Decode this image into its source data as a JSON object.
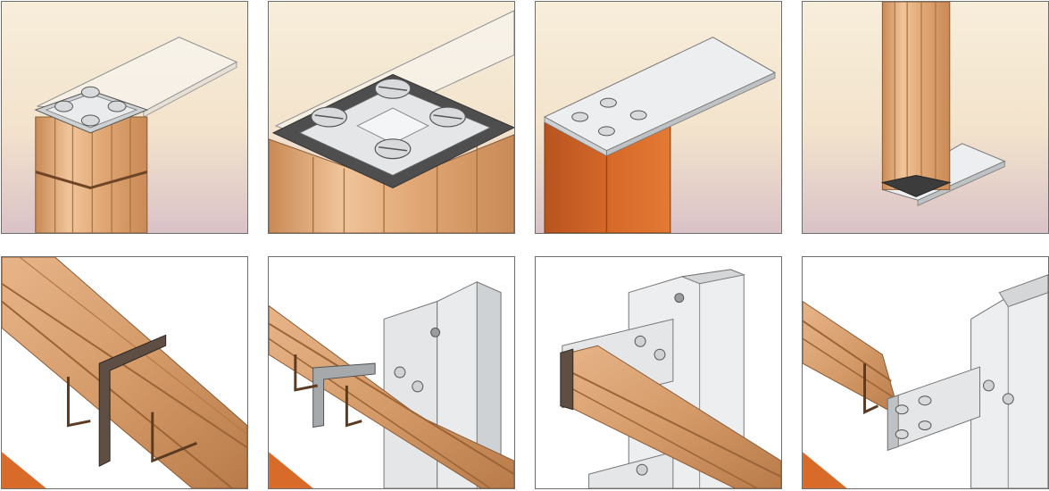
{
  "panels": [
    {
      "id": "p1",
      "subject": "post-top-with-transparent-cap-plate"
    },
    {
      "id": "p2",
      "subject": "post-top-closeup-with-screws"
    },
    {
      "id": "p3",
      "subject": "solid-post-with-metal-plate"
    },
    {
      "id": "p4",
      "subject": "post-base-with-foot-plate"
    },
    {
      "id": "p5",
      "subject": "beam-with-sleeve-bracket"
    },
    {
      "id": "p6",
      "subject": "beam-connected-to-steel-post"
    },
    {
      "id": "p7",
      "subject": "beam-end-bolted-to-column"
    },
    {
      "id": "p8",
      "subject": "beam-end-plate-on-column"
    }
  ],
  "colors": {
    "wood_light": "#f0c9a0",
    "wood_mid": "#d9a06f",
    "wood_dark": "#8a5a36",
    "rust_orange": "#d86a2a",
    "steel_light": "#eeeff0",
    "steel_mid": "#c9cbcd",
    "steel_dark": "#8d9093",
    "background_top": "#f6ecd8",
    "background_bottom": "#ffffff",
    "outline": "#6d6d6d"
  }
}
